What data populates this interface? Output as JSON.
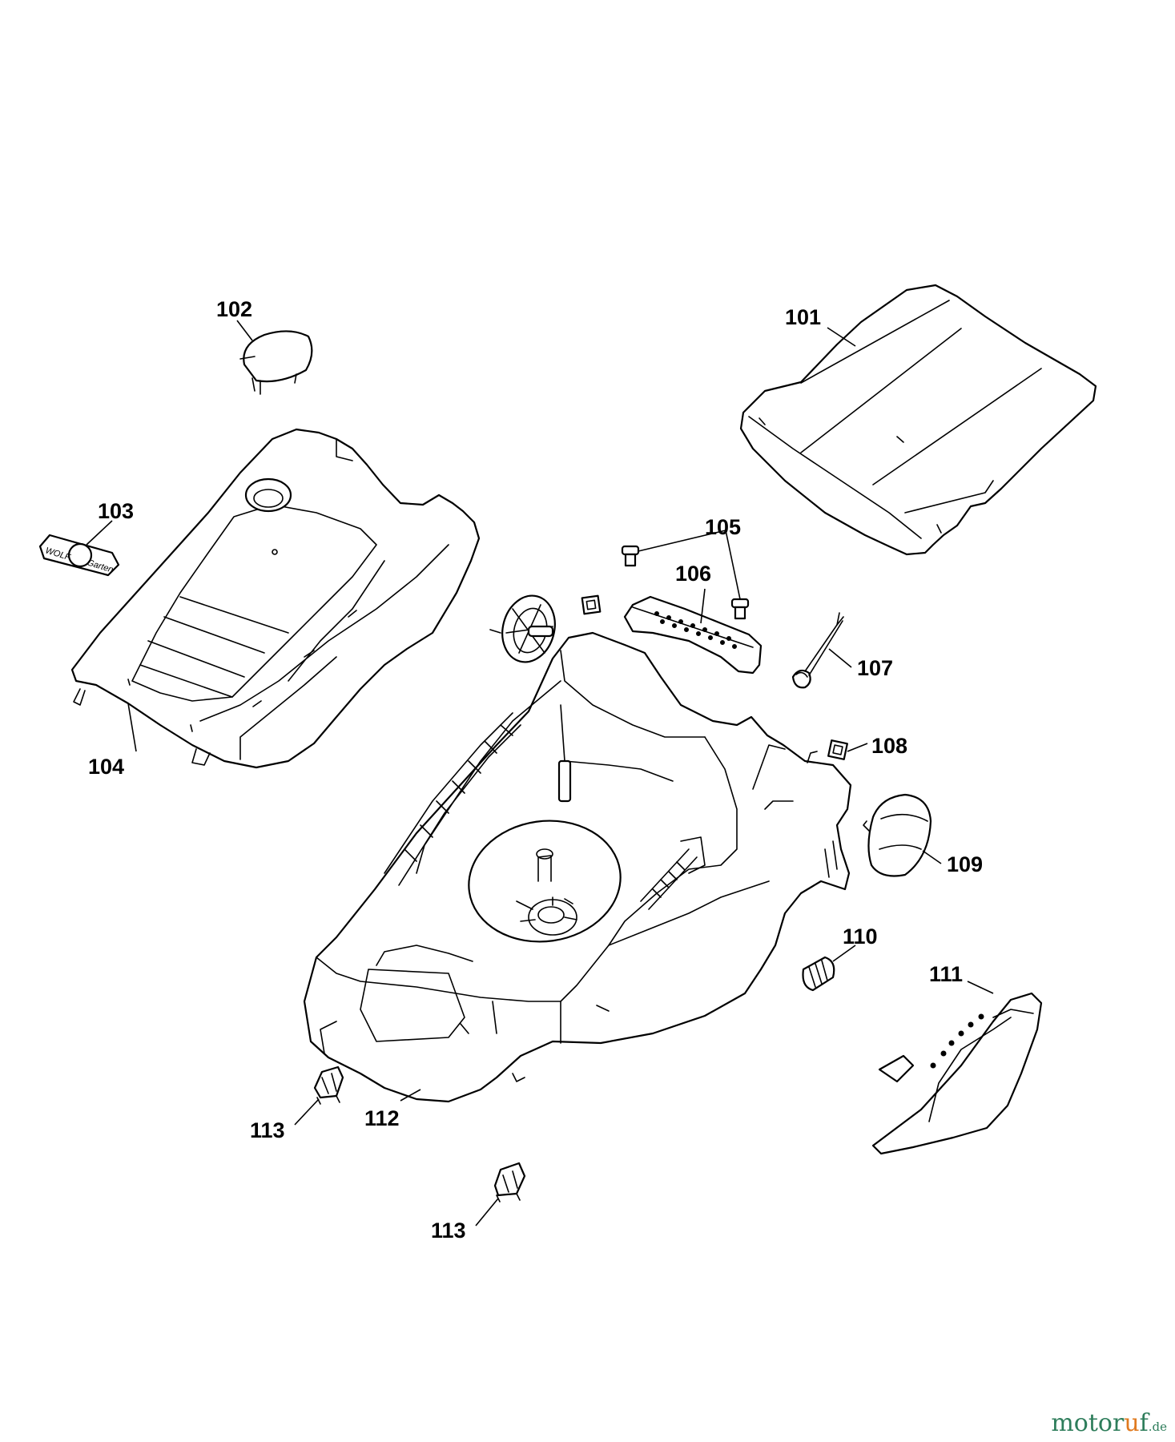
{
  "callouts": {
    "p101": "101",
    "p102": "102",
    "p103": "103",
    "p104": "104",
    "p105": "105",
    "p106": "106",
    "p107": "107",
    "p108": "108",
    "p109": "109",
    "p110": "110",
    "p111": "111",
    "p112": "112",
    "p113a": "113",
    "p113b": "113"
  },
  "logo": {
    "text_a": "WOLF",
    "text_b": "Garten"
  },
  "watermark": {
    "part1": "motor",
    "part2": "u",
    "part3": "f",
    "tld": ".de"
  },
  "colors": {
    "line": "#000000",
    "background": "#ffffff",
    "watermark_green": "#2e7d5b",
    "watermark_orange": "#e07a1f"
  }
}
